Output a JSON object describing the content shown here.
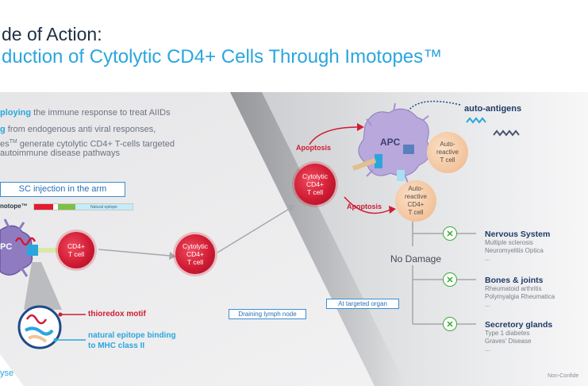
{
  "header": {
    "title_line1": "de of Action:",
    "title_line2": "duction of Cytolytic CD4+ Cells Through Imotopes™"
  },
  "intro": {
    "line1_em": "ploying",
    "line1_rest": " the immune response to treat AIIDs",
    "line2_em": "g",
    "line2_rest": " from endogenous anti viral responses,",
    "line3_a": "es",
    "line3_tm": "TM",
    "line3_b": " generate cytolytic CD4+ T-cells targeted",
    "line4": "autoimmune disease pathways"
  },
  "left": {
    "sc_injection": "SC injection in the arm",
    "imotope_label": "notope™",
    "natural_epitope": "Natural epitope",
    "apc_label": "PC",
    "cd4_cell": "CD4+\nT cell",
    "thioredox": "thioredox motif",
    "natural_binding_1": "natural epitope binding",
    "natural_binding_2": "to MHC class II",
    "footer_logo": "yse"
  },
  "middle": {
    "cytolytic_cell": "Cytolytic\nCD4+\nT cell",
    "draining": "Draining lymph node",
    "targeted_organ": "At targeted organ"
  },
  "right": {
    "auto_antigens": "auto-antigens",
    "apc": "APC",
    "apoptosis_top": "Apoptosis",
    "apoptosis_bottom": "Apoptosis",
    "cytolytic_cell": "Cytolytic\nCD4+\nT cell",
    "auto_reactive_t": "Auto-\nreactive\nT cell",
    "auto_reactive_cd4": "Auto-\nreactive\nCD4+\nT cell",
    "no_damage": "No Damage",
    "check_symbol": "✕",
    "outcomes": [
      {
        "title": "Nervous System",
        "items": [
          "Multiple sclerosis",
          "Neuromyelitis Optica",
          "..."
        ]
      },
      {
        "title": "Bones & joints",
        "items": [
          "Rheumatoid arthritis",
          "Polymyalgia Rheumatica",
          "..."
        ]
      },
      {
        "title": "Secretory glands",
        "items": [
          "Type 1 diabetes",
          "Graves' Disease",
          "..."
        ]
      }
    ],
    "footer_note": "Non-Confide"
  },
  "colors": {
    "accent_blue": "#2aa6dd",
    "title_dark": "#1f2f45",
    "red": "#d01c34",
    "green": "#3aaa35"
  }
}
